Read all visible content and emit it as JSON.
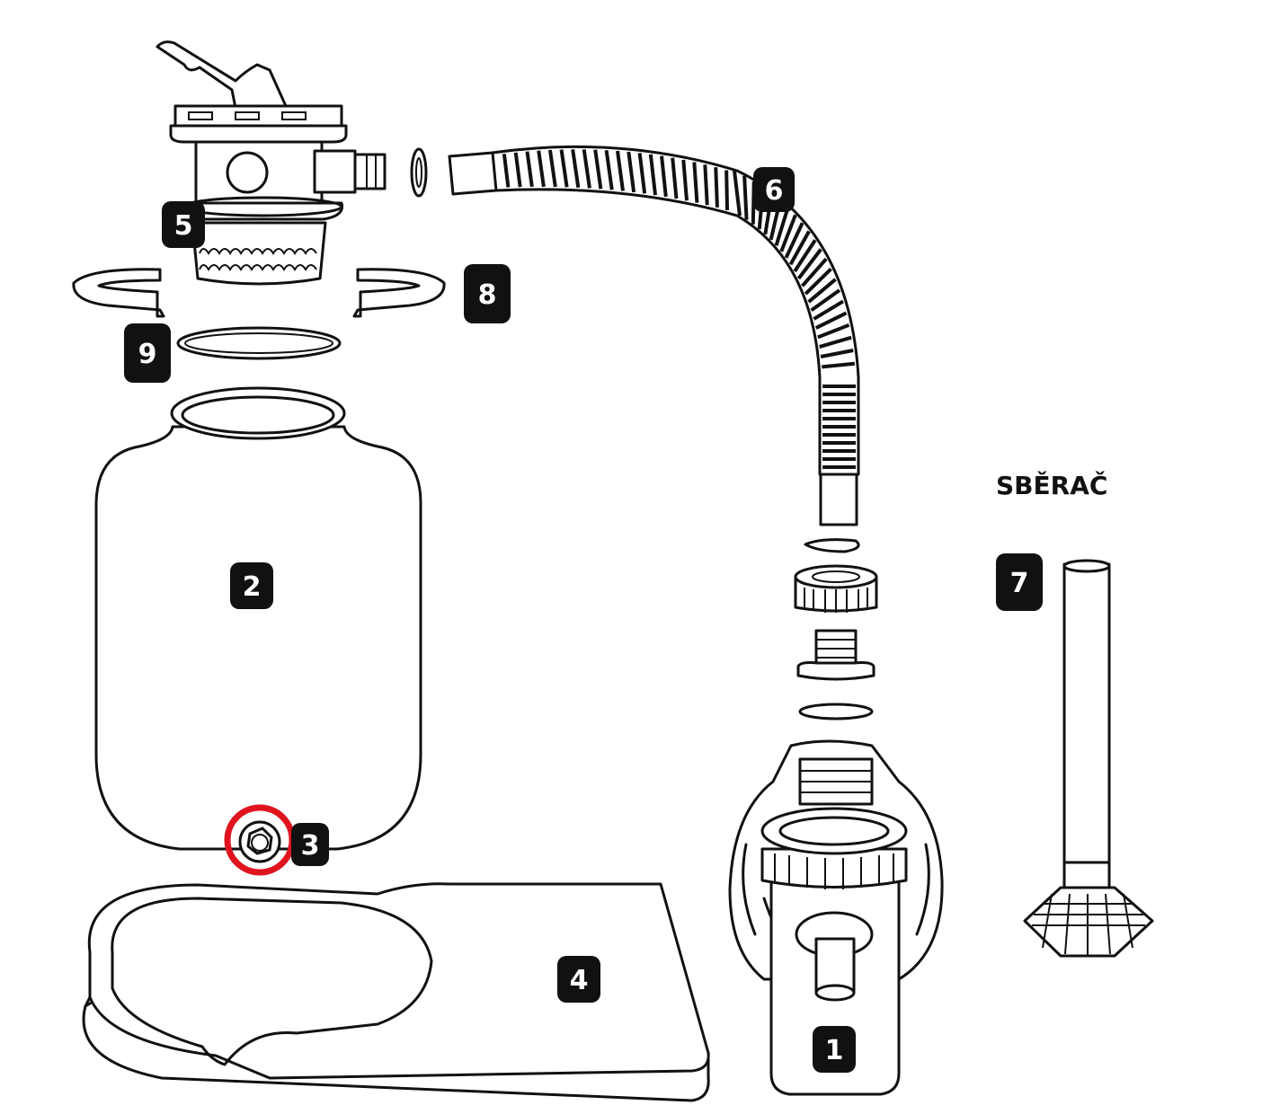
{
  "heading": "SBĚRAČ",
  "callouts": {
    "pump": "1",
    "tank": "2",
    "drain": "3",
    "base": "4",
    "valve": "5",
    "hose": "6",
    "skimmer": "7",
    "clamp": "8",
    "oring": "9"
  },
  "colors": {
    "line": "#111111",
    "badge_fill": "#111111",
    "badge_text": "#ffffff",
    "highlight": "#e0141e",
    "background": "#ffffff"
  }
}
